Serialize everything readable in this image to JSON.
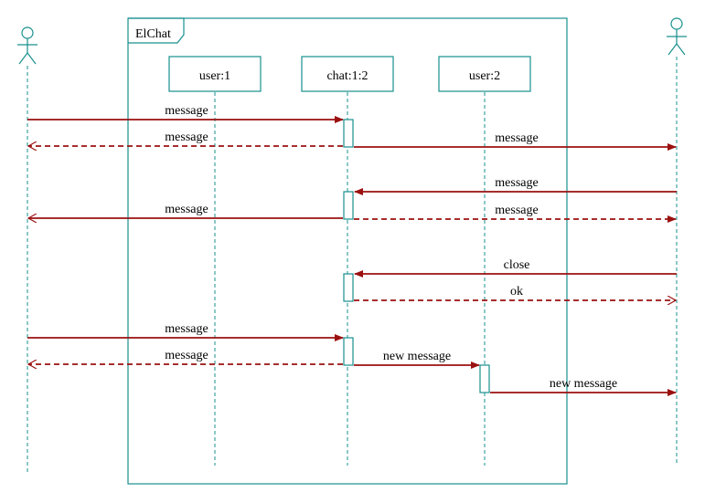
{
  "frame": {
    "title": "ElChat"
  },
  "lifelines": [
    {
      "id": "actor-left",
      "kind": "actor",
      "label": ""
    },
    {
      "id": "user1",
      "kind": "object",
      "label": "user:1"
    },
    {
      "id": "chat12",
      "kind": "object",
      "label": "chat:1:2"
    },
    {
      "id": "user2",
      "kind": "object",
      "label": "user:2"
    },
    {
      "id": "actor-right",
      "kind": "actor",
      "label": ""
    }
  ],
  "messages": [
    {
      "label": "message",
      "from": "actor-left",
      "to": "chat12",
      "style": "sync"
    },
    {
      "label": "message",
      "from": "chat12",
      "to": "actor-left",
      "style": "return"
    },
    {
      "label": "message",
      "from": "chat12",
      "to": "actor-right",
      "style": "sync"
    },
    {
      "label": "message",
      "from": "actor-right",
      "to": "chat12",
      "style": "sync"
    },
    {
      "label": "message",
      "from": "chat12",
      "to": "actor-left",
      "style": "sync"
    },
    {
      "label": "message",
      "from": "chat12",
      "to": "actor-right",
      "style": "return"
    },
    {
      "label": "close",
      "from": "actor-right",
      "to": "chat12",
      "style": "sync"
    },
    {
      "label": "ok",
      "from": "chat12",
      "to": "actor-right",
      "style": "return-open"
    },
    {
      "label": "message",
      "from": "actor-left",
      "to": "chat12",
      "style": "sync"
    },
    {
      "label": "message",
      "from": "chat12",
      "to": "actor-left",
      "style": "return"
    },
    {
      "label": "new message",
      "from": "chat12",
      "to": "user2",
      "style": "sync"
    },
    {
      "label": "new message",
      "from": "user2",
      "to": "actor-right",
      "style": "sync"
    }
  ],
  "colors": {
    "structure": "#17908e",
    "message": "#9b1010",
    "text": "#000000"
  }
}
